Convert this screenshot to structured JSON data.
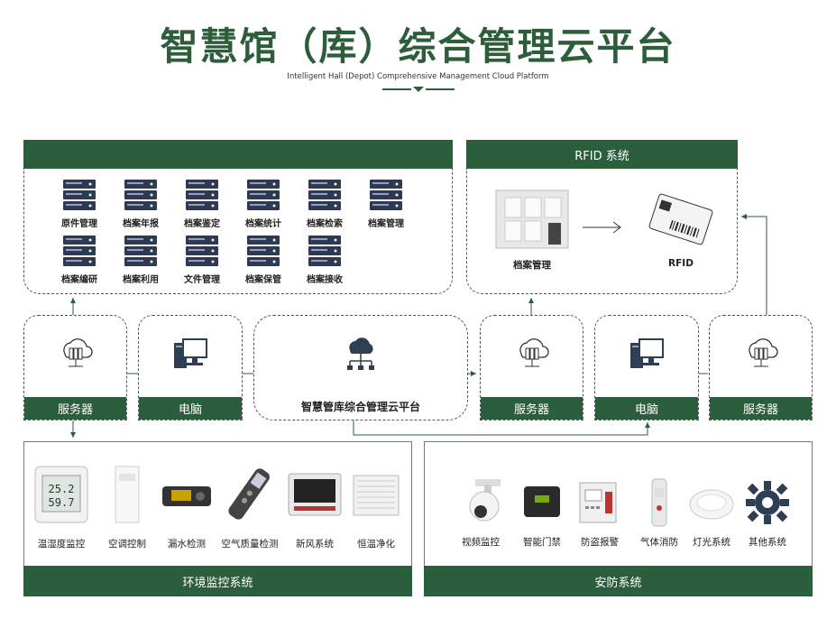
{
  "header": {
    "title": "智慧馆（库）综合管理云平台",
    "subtitle": "Intelligent Hall (Depot) Comprehensive Management Cloud Platform"
  },
  "archive_panel": {
    "items": [
      "原件管理",
      "档案年报",
      "档案鉴定",
      "档案统计",
      "档案检索",
      "档案管理",
      "档案编研",
      "档案利用",
      "文件管理",
      "档案保管",
      "档案接收"
    ]
  },
  "rfid_panel": {
    "title": "RFID 系统",
    "left_label": "档案管理",
    "right_label": "RFID"
  },
  "nodes": {
    "server_left": "服务器",
    "computer_left": "电脑",
    "platform": "智慧管库综合管理云平台",
    "server_mid": "服务器",
    "computer_right": "电脑",
    "server_right": "服务器"
  },
  "env_panel": {
    "title": "环境监控系统",
    "items": [
      "温湿度监控",
      "空调控制",
      "漏水检测",
      "空气质量检测",
      "新风系统",
      "恒温净化"
    ]
  },
  "security_panel": {
    "title": "安防系统",
    "items": [
      "视频监控",
      "智能门禁",
      "防盗报警",
      "气体消防",
      "灯光系统",
      "其他系统"
    ]
  },
  "colors": {
    "brand_green": "#2b5e3c"
  }
}
